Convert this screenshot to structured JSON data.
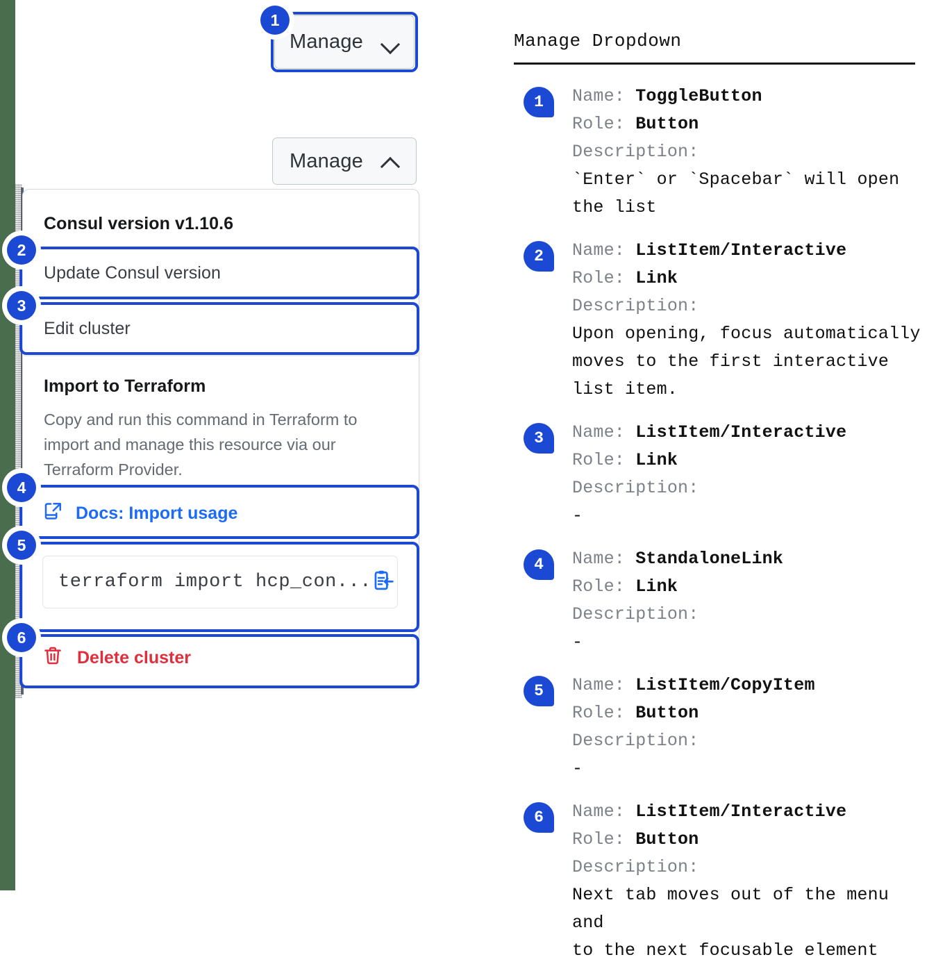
{
  "accent_blue": "#1c49d4",
  "link_blue": "#1c6bf5",
  "danger_red": "#e02f3c",
  "edge_green": "#4a6e4d",
  "left": {
    "toggle_closed": {
      "label": "Manage",
      "icon": "chevron-down-icon"
    },
    "toggle_open": {
      "label": "Manage",
      "icon": "chevron-up-icon"
    },
    "menu": {
      "version_heading": "Consul version v1.10.6",
      "update_item": "Update Consul version",
      "edit_item": "Edit cluster",
      "terraform_heading": "Import to Terraform",
      "terraform_body": "Copy and run this command in Terraform to import and manage this resource via our Terraform Provider.",
      "docs_link": "Docs: Import usage",
      "docs_icon": "docs-external-link-icon",
      "command": "terraform import hcp_con...",
      "copy_icon": "copy-to-clipboard-icon",
      "delete_label": "Delete cluster",
      "delete_icon": "trash-icon"
    },
    "badges": [
      "1",
      "2",
      "3",
      "4",
      "5",
      "6"
    ]
  },
  "right": {
    "title": "Manage Dropdown",
    "labels": {
      "name": "Name:",
      "role": "Role:",
      "description": "Description:"
    },
    "entries": [
      {
        "number": "1",
        "name": "ToggleButton",
        "role": "Button",
        "description": "`Enter` or `Spacebar` will open\nthe list"
      },
      {
        "number": "2",
        "name": "ListItem/Interactive",
        "role": "Link",
        "description": "Upon opening, focus automatically\nmoves to the first interactive\nlist item."
      },
      {
        "number": "3",
        "name": "ListItem/Interactive",
        "role": "Link",
        "description": "-"
      },
      {
        "number": "4",
        "name": "StandaloneLink",
        "role": "Link",
        "description": "-"
      },
      {
        "number": "5",
        "name": "ListItem/CopyItem",
        "role": "Button",
        "description": "-"
      },
      {
        "number": "6",
        "name": "ListItem/Interactive",
        "role": "Button",
        "description": "Next tab moves out of the menu and\nto the next focusable element"
      }
    ]
  }
}
